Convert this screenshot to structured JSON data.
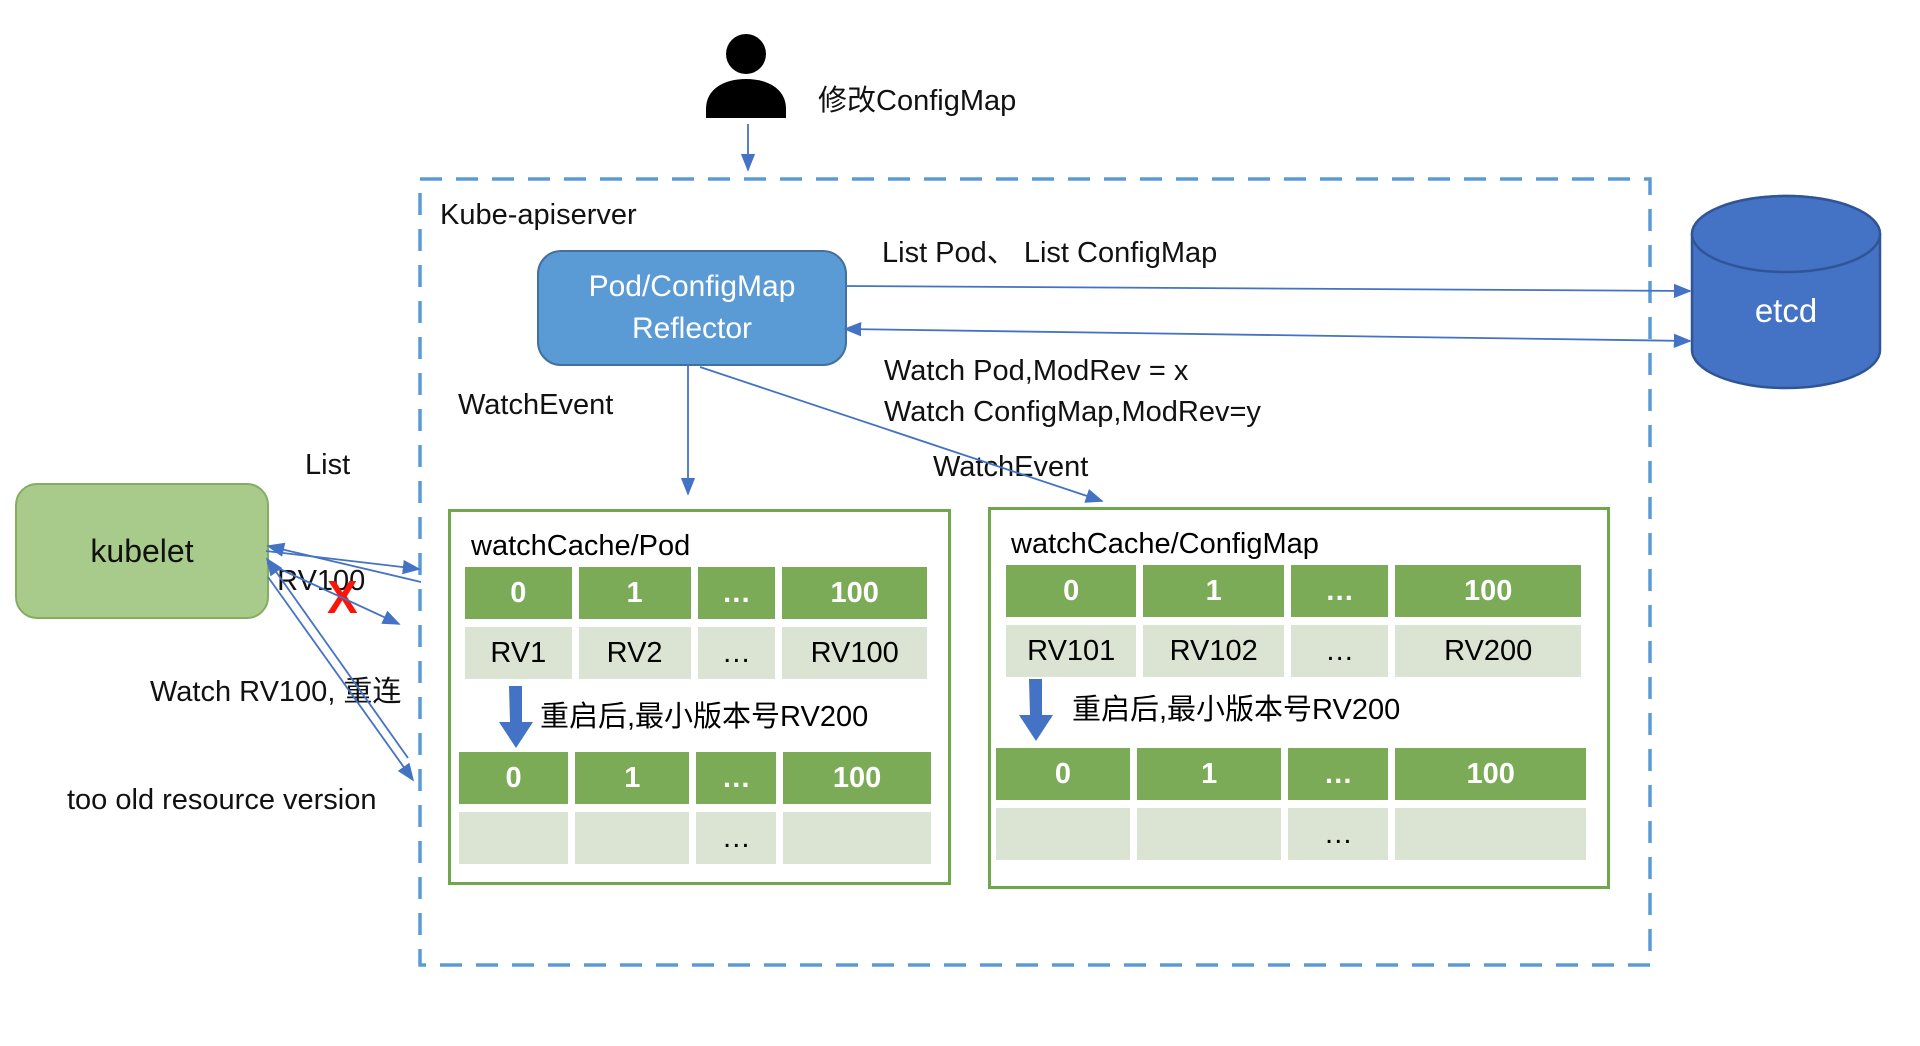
{
  "colors": {
    "reflector_fill": "#5B9BD5",
    "reflector_border": "#41719C",
    "etcd_fill": "#4472C4",
    "etcd_border": "#2F5597",
    "kubelet_fill": "#A8CB8B",
    "kubelet_border": "#84AD5F",
    "table_header_green": "#7CAB58",
    "table_row_green": "#DBE3D2",
    "table_border_green": "#6FA84C",
    "dashed_border_blue": "#5B9BD5",
    "arrow_blue": "#4472C4",
    "x_red": "#FB1507"
  },
  "actor": {
    "label": "修改ConfigMap"
  },
  "apiserver": {
    "title": "Kube-apiserver"
  },
  "reflector": {
    "line1": "Pod/ConfigMap",
    "line2": "Reflector"
  },
  "etcd": {
    "label": "etcd"
  },
  "kubelet": {
    "label": "kubelet"
  },
  "edges": {
    "list_pod_configmap": "List Pod、 List ConfigMap",
    "watch_pod": "Watch Pod,ModRev = x",
    "watch_configmap": "Watch ConfigMap,ModRev=y",
    "watchevent_left": "WatchEvent",
    "watchevent_right": "WatchEvent",
    "list": "List",
    "watch_rv100": "Watch RV100",
    "x_mark": "X",
    "watch_rv100_reconnect": "Watch RV100, 重连",
    "too_old": "too old resource version"
  },
  "pod_cache": {
    "title": "watchCache/Pod",
    "restart_note": "重启后,最小版本号RV200",
    "table_before": {
      "headers": [
        "0",
        "1",
        "…",
        "100"
      ],
      "row": [
        "RV1",
        "RV2",
        "…",
        "RV100"
      ]
    },
    "table_after": {
      "headers": [
        "0",
        "1",
        "…",
        "100"
      ],
      "row": [
        "",
        "",
        "…",
        ""
      ]
    }
  },
  "configmap_cache": {
    "title": "watchCache/ConfigMap",
    "restart_note": "重启后,最小版本号RV200",
    "table_before": {
      "headers": [
        "0",
        "1",
        "…",
        "100"
      ],
      "row": [
        "RV101",
        "RV102",
        "…",
        "RV200"
      ]
    },
    "table_after": {
      "headers": [
        "0",
        "1",
        "…",
        "100"
      ],
      "row": [
        "",
        "",
        "…",
        ""
      ]
    }
  }
}
